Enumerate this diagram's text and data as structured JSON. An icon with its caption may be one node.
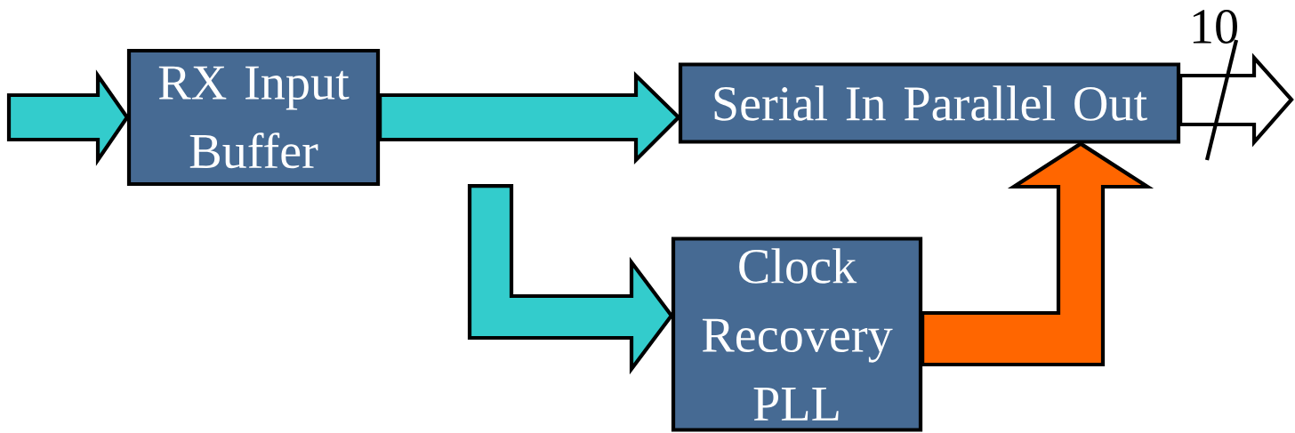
{
  "diagram": {
    "nodes": [
      {
        "text": [
          "RX Input Buffer"
        ]
      },
      {
        "text": [
          "Serial In Parallel Out"
        ]
      },
      {
        "text": [
          "Clock Recovery PLL"
        ]
      }
    ],
    "edges": [
      {
        "from": null,
        "to": 0,
        "arrow": "to"
      },
      {
        "from": 0,
        "to": 1,
        "arrow": "to"
      },
      {
        "from": 0,
        "to": 2,
        "arrow": "to"
      },
      {
        "from": 2,
        "to": 1,
        "arrow": "to",
        "color": "#ff6600"
      },
      {
        "from": 1,
        "to": null,
        "arrow": "to",
        "color": "#ffffff",
        "label": "10"
      }
    ]
  }
}
